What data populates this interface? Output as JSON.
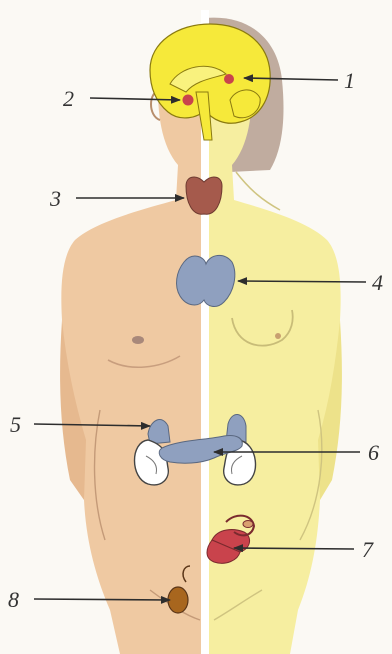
{
  "labels": {
    "n1": "1",
    "n2": "2",
    "n3": "3",
    "n4": "4",
    "n5": "5",
    "n6": "6",
    "n7": "7",
    "n8": "8"
  },
  "colors": {
    "background": "#fbf9f4",
    "skin_male": "#efc9a2",
    "skin_female": "#f6eea0",
    "brain": "#f6e93a",
    "thyroid": "#a55a4c",
    "gland_blue": "#8fa0bf",
    "kidney": "#ffffff",
    "gland_red": "#c9434c",
    "hair": "#b59f8f",
    "arrow": "#2d2d2d"
  }
}
